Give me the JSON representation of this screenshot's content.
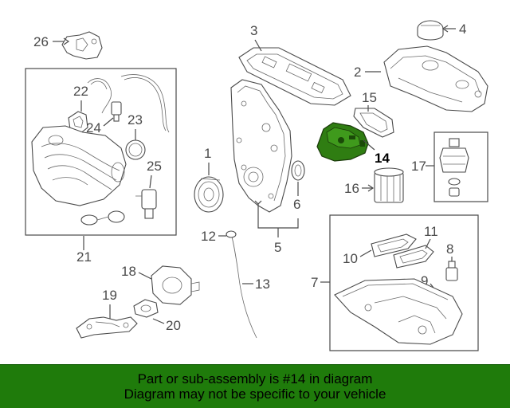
{
  "callouts": {
    "c1": "1",
    "c2": "2",
    "c3": "3",
    "c4": "4",
    "c5": "5",
    "c6": "6",
    "c7": "7",
    "c8": "8",
    "c9": "9",
    "c10": "10",
    "c11": "11",
    "c12": "12",
    "c13": "13",
    "c14": "14",
    "c15": "15",
    "c16": "16",
    "c17": "17",
    "c18": "18",
    "c19": "19",
    "c20": "20",
    "c21": "21",
    "c22": "22",
    "c23": "23",
    "c24": "24",
    "c25": "25",
    "c26": "26"
  },
  "highlight_color": "#2f7d12",
  "footer": {
    "line1": "Part or sub-assembly is #14 in diagram",
    "line2": "Diagram may not be specific to your vehicle",
    "background": "#1f7b0b"
  }
}
